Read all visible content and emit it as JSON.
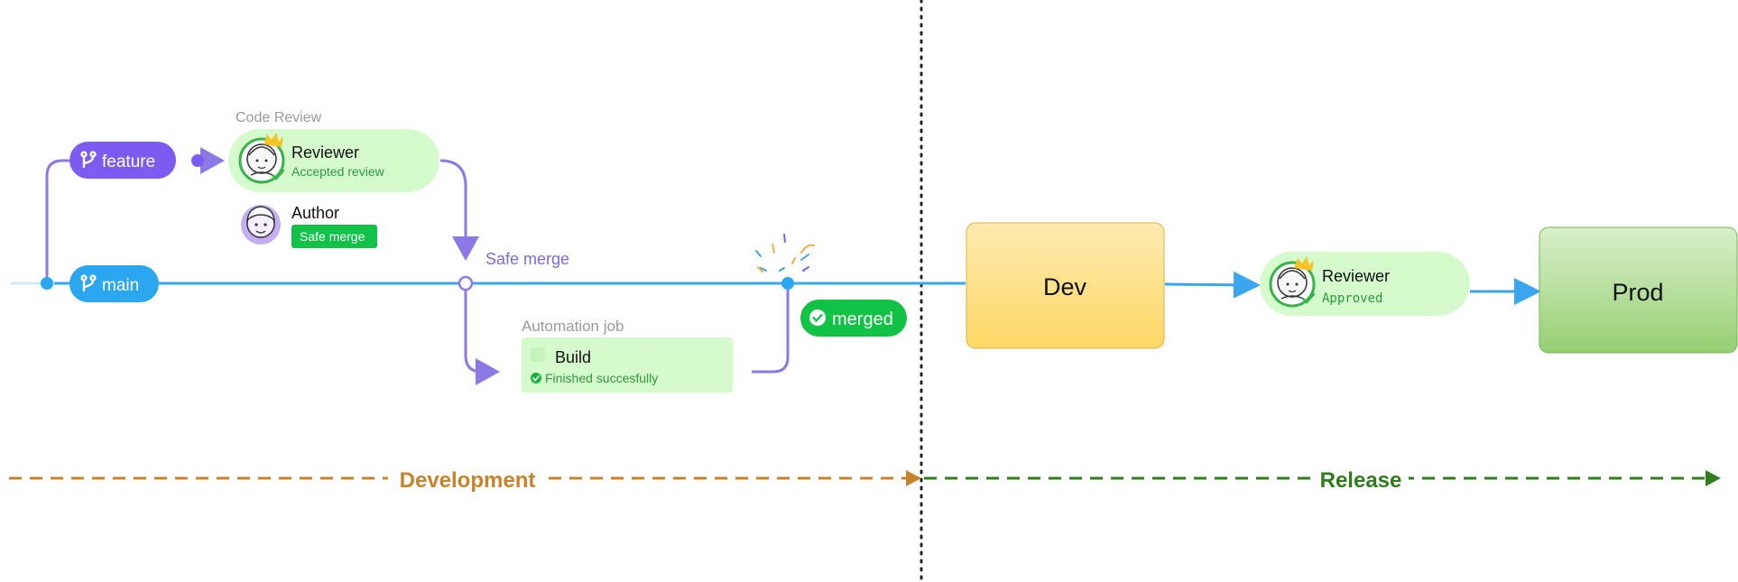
{
  "branches": {
    "feature": {
      "label": "feature"
    },
    "main": {
      "label": "main"
    }
  },
  "code_review": {
    "title": "Code Review",
    "reviewer": {
      "name": "Reviewer",
      "status": "Accepted review"
    },
    "author": {
      "name": "Author",
      "badge": "Safe merge"
    }
  },
  "safe_merge_label": "Safe merge",
  "automation": {
    "title": "Automation job",
    "build": "Build",
    "status": "Finished succesfully"
  },
  "merged_badge": "merged",
  "environments": {
    "dev": "Dev",
    "prod": "Prod"
  },
  "release_review": {
    "name": "Reviewer",
    "status": "Approved"
  },
  "phases": {
    "development": "Development",
    "release": "Release"
  },
  "colors": {
    "feature": "#7c5cf0",
    "main": "#2aa7ef",
    "line_main": "#3aa6ee",
    "line_feature": "#8c79e6",
    "review_bg": "#d5fbcc",
    "green_text": "#2b9a3c",
    "safe_merge_badge": "#12c148",
    "merged_badge": "#10c345",
    "development": "#c8832a",
    "release": "#2f7d1b"
  },
  "icons": {
    "branch": "git-branch-icon",
    "check": "check-circle-icon",
    "avatar_reviewer": "reviewer-avatar-icon",
    "avatar_author": "author-avatar-icon",
    "crown": "crown-icon",
    "confetti": "confetti-icon"
  }
}
